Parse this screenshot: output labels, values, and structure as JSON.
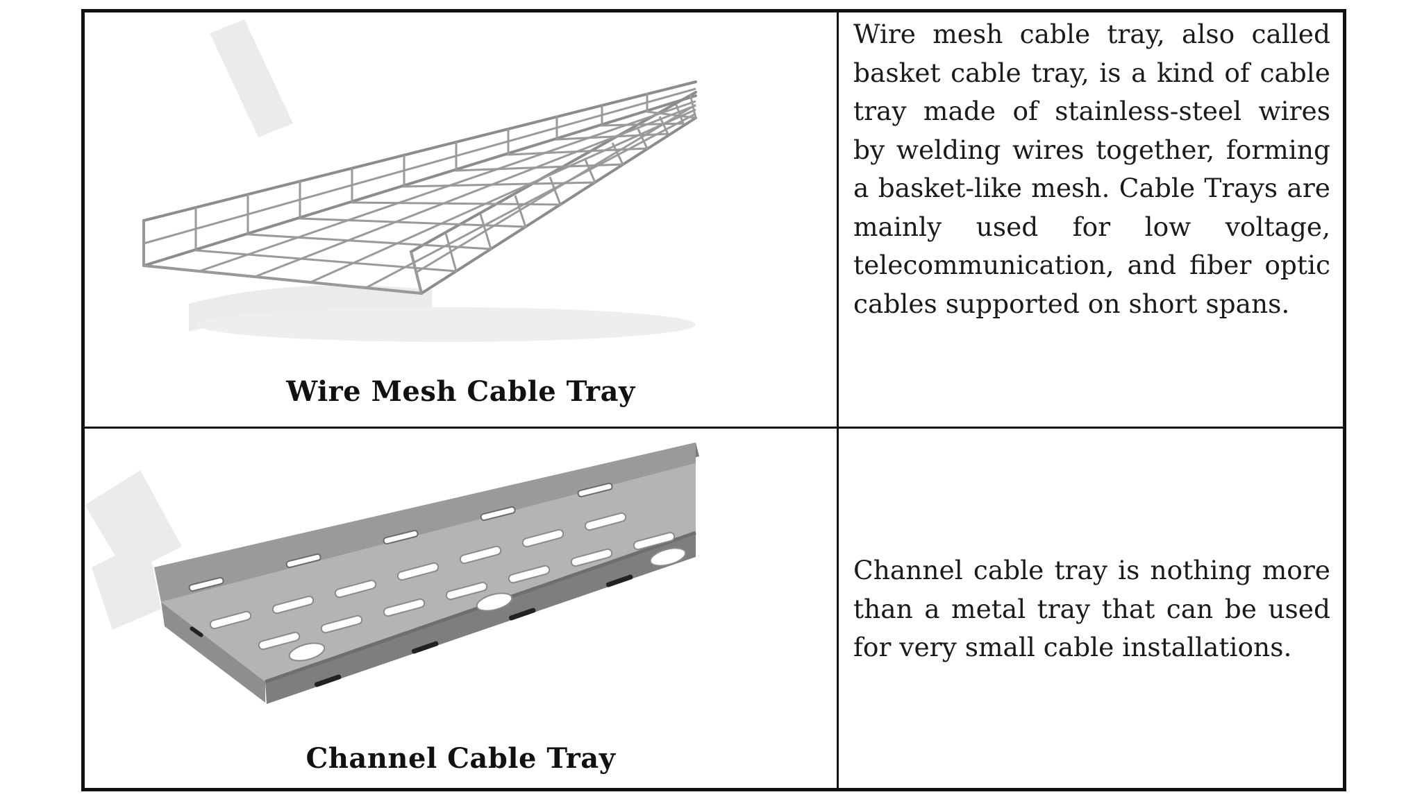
{
  "rows": [
    {
      "caption": "Wire Mesh Cable Tray",
      "description": "Wire mesh cable tray, also called basket cable tray, is a kind of cable tray made of stainless-steel wires by welding wires together, forming a basket-like mesh. Cable Trays are mainly used for low voltage, telecommunication, and fiber optic cables supported on short spans."
    },
    {
      "caption": "Channel Cable Tray",
      "description": "Channel cable tray is nothing more than a metal tray that can be used for very small cable installations."
    }
  ]
}
